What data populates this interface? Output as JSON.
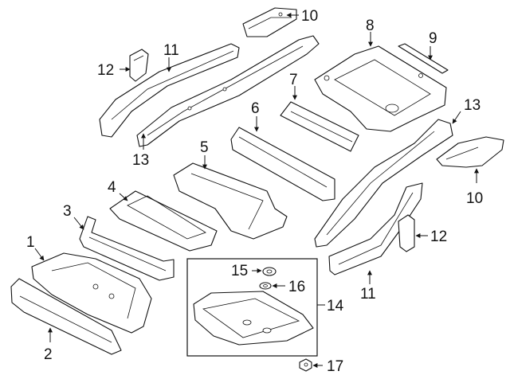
{
  "callouts": {
    "c1": "1",
    "c2": "2",
    "c3": "3",
    "c4": "4",
    "c5": "5",
    "c6": "6",
    "c7": "7",
    "c8": "8",
    "c9": "9",
    "c10a": "10",
    "c10b": "10",
    "c11a": "11",
    "c11b": "11",
    "c12a": "12",
    "c12b": "12",
    "c13a": "13",
    "c13b": "13",
    "c14": "14",
    "c15": "15",
    "c16": "16",
    "c17": "17"
  }
}
